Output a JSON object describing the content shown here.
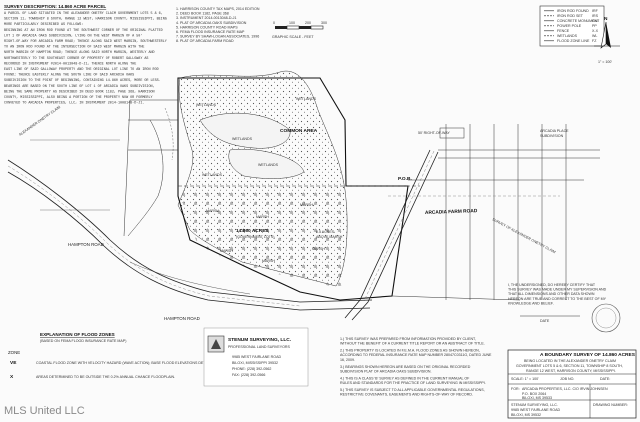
{
  "survey_description": {
    "heading": "SURVEY DESCRIPTION: 14.860 ACRE PARCEL",
    "lines": [
      "A PARCEL OF LAND SITUATED IN THE ALEXANDER ONETRY CLAIM GOVERNMENT LOTS 5 & 6,",
      "SECTION 11, TOWNSHIP 8 SOUTH, RANGE 12 WEST, HARRISON COUNTY, MISSISSIPPI, BEING",
      "MORE PARTICULARLY DESCRIBED AS FOLLOWS:",
      "BEGINNING AT AN IRON ROD FOUND AT THE SOUTHWEST CORNER OF THE ORIGINAL PLATTED",
      "LOT 1 OF ARCADIA OAKS SUBDIVISION, LYING ON THE WEST MARGIN OF A 50'",
      "RIGHT-OF-WAY FOR ARCADIA FARM ROAD; THENCE ALONG SAID WEST MARGIN, SOUTHWESTERLY",
      "TO AN IRON ROD FOUND AT THE INTERSECTION OF SAID WEST MARGIN WITH THE",
      "NORTH MARGIN OF HAMPTON ROAD; THENCE ALONG SAID NORTH MARGIN, WESTERLY AND",
      "NORTHWESTERLY TO THE SOUTHEAST CORNER OF PROPERTY OF ROBERT GALLOWAY AS",
      "RECORDED IN INSTRUMENT #2014-0013048-D-J1, THENCE NORTH ALONG THE",
      "EAST LINE OF SAID GALLOWAY PROPERTY AND THE ORIGINAL LOT LINE TO AN IRON ROD",
      "FOUND; THENCE EASTERLY ALONG THE SOUTH LINE OF SAID ARCADIA OAKS",
      "SUBDIVISION TO THE POINT OF BEGINNING, CONTAINING 14.860 ACRES, MORE OR LESS.",
      "BEARINGS ARE BASED ON THE SOUTH LINE OF LOT 1 OF ARCADIA OAKS SUBDIVISION,",
      "BEING THE SAME PROPERTY AS DESCRIBED IN DEED BOOK 1182, PAGE 368, HARRISON",
      "COUNTY, MISSISSIPPI, ALSO BEING A PORTION OF THE PROPERTY NOW OR FORMERLY",
      "CONVEYED TO ARCADIA PROPERTIES, LLC, IN INSTRUMENT 2014-1008148-D-J1."
    ]
  },
  "notes_list": {
    "items": [
      "1. HARRISON COUNTY TAX MAPS, 2014 EDITION",
      "2. DEED BOOK 1182, PAGE 368",
      "3. INSTRUMENT 2014-0013048-D-J1",
      "4. PLAT OF ARCADIA OAKS SUBDIVISION",
      "5. HARRISON COUNTY ROAD MAPS",
      "6. FEMA FLOOD INSURANCE RATE MAP",
      "7. SURVEY BY SHAW-LOGAN ASSOCIATES, 1996",
      "8. PLAT OF ARCADIA FARM ROAD"
    ]
  },
  "scale": {
    "label": "GRAPHIC SCALE - FEET",
    "ticks": [
      "0",
      "100",
      "200",
      "300"
    ],
    "note": "1\" = 100'"
  },
  "legend": {
    "items": [
      {
        "symbol": "IRON ROD FOUND",
        "label": "IRF"
      },
      {
        "symbol": "IRON ROD SET",
        "label": "IRS"
      },
      {
        "symbol": "CONCRETE MONUMENT",
        "label": "CM"
      },
      {
        "symbol": "POWER POLE",
        "label": "PP"
      },
      {
        "symbol": "FENCE",
        "label": "X-X"
      },
      {
        "symbol": "WETLANDS",
        "label": "WL"
      },
      {
        "symbol": "FLOOD ZONE LINE",
        "label": "FZ"
      }
    ]
  },
  "north_arrow": {
    "label": "N",
    "scale_note": "1\" = 100'"
  },
  "map_labels": {
    "common_area": "COMMON AREA",
    "wetlands": [
      "WETLANDS",
      "WETLANDS",
      "WETLANDS",
      "WETLANDS",
      "WETLANDS"
    ],
    "marsh": [
      "MARSH",
      "MARSH",
      "MARSH",
      "MARSH",
      "MARSH",
      "MARSH"
    ],
    "arcadia_farm_road": "ARCADIA FARM ROAD",
    "hampton_road_upper": "HAMPTON ROAD",
    "hampton_road_lower": "HAMPTON ROAD",
    "acreage": "14.860 ACRES",
    "acreage_sub": "(GOVERNMENT LOTS)",
    "acreage_small": "0.5 ACRES",
    "acreage_small_sub": "ABOVE MARSH",
    "arcadia_place": "ARCADIA PLACE",
    "arcadia_place_sub": "SUBDIVISION",
    "right_of_way": "50' RIGHT-OF-WAY",
    "pob": "P.O.B.",
    "ease_survey": "SURVEY OF ALEXANDER ONETRY CLAIM",
    "claim_label": "ALEXANDER ONETRY CLAIM"
  },
  "flood": {
    "heading": "EXPLANATION OF FLOOD ZONES",
    "sub": "(BASED ON FEMA FLOOD INSURANCE RATE MAP)",
    "zone_label": "ZONE",
    "row1_zone": "VE",
    "row1_text": "COASTAL FLOOD ZONE WITH VELOCITY HAZARD (WAVE ACTION); BASE FLOOD ELEVATIONS DETERMINED.",
    "row2_zone": "X",
    "row2_text": "AREAS DETERMINED TO BE OUTSIDE THE 0.2% ANNUAL CHANCE FLOODPLAIN."
  },
  "surveyor": {
    "name": "STENUM SURVEYING, LLC.",
    "title": "PROFESSIONAL LAND SURVEYORS",
    "address1": "9985 WEST FAIRLANE ROAD",
    "address2": "BILOXI, MISSISSIPPI 39532",
    "phone": "PHONE: (228) 392-0562",
    "fax": "FAX: (228) 392-0566"
  },
  "general_notes": {
    "items": [
      "1.) THIS SURVEY WAS PREPARED FROM INFORMATION PROVIDED BY CLIENT, WITHOUT THE BENEFIT OF A CURRENT TITLE REPORT OR AN ABSTRACT OF TITLE.",
      "2.) THIS PROPERTY IS LOCATED IN F.E.M.A. FLOOD ZONES AS SHOWN HEREON, ACCORDING TO FEDERAL INSURANCE RATE MAP NUMBER 28047C0311G, DATED JUNE 16, 2009.",
      "3.) BEARINGS SHOWN HEREON ARE BASED ON THE ORIGINAL RECORDED SUBDIVISION PLAT OF ARCADIA OAKS SUBDIVISION.",
      "4.) THIS IS A CLASS 'B' SURVEY AS DEFINED IN THE CURRENT MANUAL OF RULES AND STANDARDS FOR THE PRACTICE OF LAND SURVEYING IN MISSISSIPPI.",
      "5.) THIS SURVEY IS SUBJECT TO ALL APPLICABLE GOVERNMENTAL REGULATIONS, RESTRICTIVE COVENANTS, EASEMENTS AND RIGHTS-OF-WAY OF RECORD."
    ]
  },
  "certification": {
    "text": "I, THE UNDERSIGNED, DO HEREBY CERTIFY THAT THIS SURVEY WAS MADE UNDER MY SUPERVISION AND THAT ALL DIMENSIONS AND OTHER DATA SHOWN HEREON ARE TRUE AND CORRECT TO THE BEST OF MY KNOWLEDGE AND BELIEF.",
    "signature": "DATE"
  },
  "title_block": {
    "line1": "A BOUNDARY SURVEY OF 14.860 ACRES",
    "line2": "BEING LOCATED IN THE ALEXANDER ONETRY CLAIM",
    "line3": "GOVERNMENT LOTS 5 & 6, SECTION 11, TOWNSHIP 8 SOUTH,",
    "line4": "RANGE 12 WEST, HARRISON COUNTY, MISSISSIPPI.",
    "scale": "SCALE: 1\" = 100'",
    "job": "JOB NO.",
    "date": "DATE:",
    "for": "FOR:",
    "client": "ARCADIA PROPERTIES, LLC. C/O IRVIN JOHNSEN",
    "client_address1": "P.O. BOX 2064",
    "client_address2": "BILOXI, MS 39533",
    "firm": "STENUM SURVEYING, LLC.",
    "firm_address": "9985 WEST FAIRLANE ROAD",
    "firm_city": "BILOXI, MS 39532",
    "drawing": "DRAWING NUMBER:"
  },
  "watermark": "MLS United LLC"
}
